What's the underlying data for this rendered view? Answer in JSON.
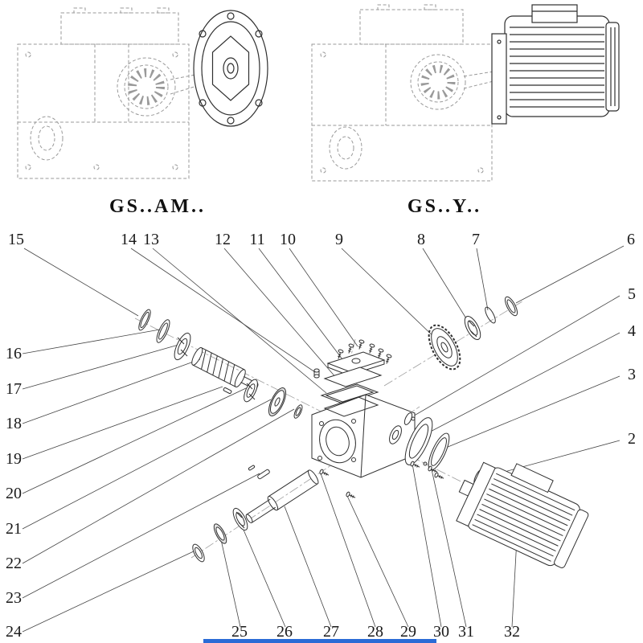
{
  "figure": {
    "captions": {
      "left": "GS..AM..",
      "right": "GS..Y.."
    }
  },
  "parts": [
    "15",
    "14",
    "13",
    "12",
    "11",
    "10",
    "9",
    "8",
    "7",
    "6",
    "5",
    "4",
    "3",
    "2",
    "16",
    "17",
    "18",
    "19",
    "20",
    "21",
    "22",
    "23",
    "24",
    "25",
    "26",
    "27",
    "28",
    "29",
    "30",
    "31",
    "32"
  ],
  "colors": {
    "background": "#ffffff",
    "solid_line": "#2f2f2f",
    "dashed_line": "#9a9a9a",
    "leader_line": "#444444",
    "label_text": "#1a1a1a",
    "bottom_bar": "#2a6bd6"
  }
}
